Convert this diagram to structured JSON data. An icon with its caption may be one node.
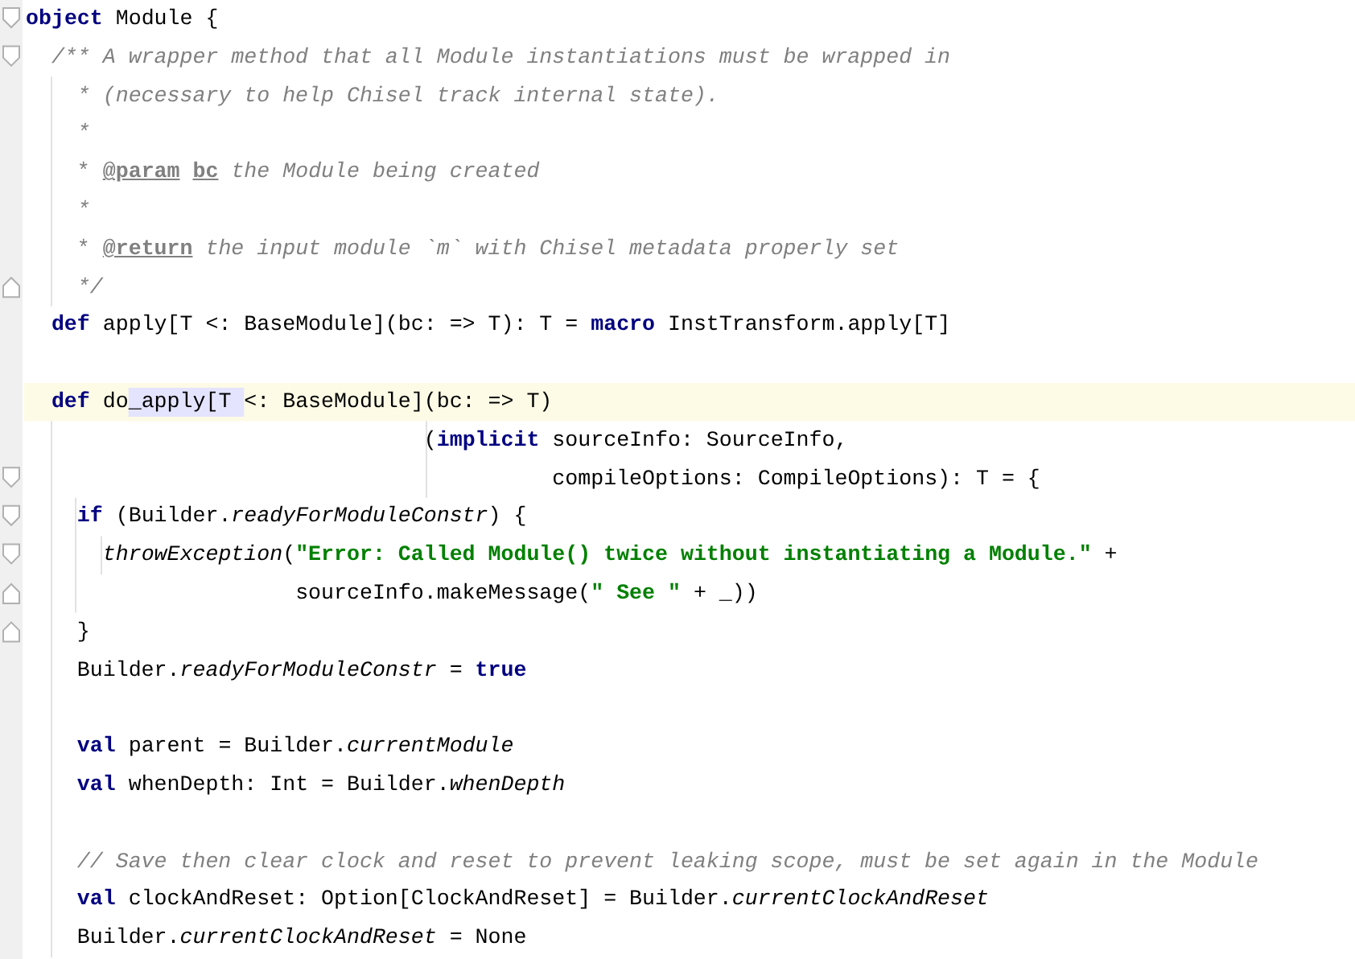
{
  "diagram": {
    "labels": [
      "**object** Module {",
      "/** A wrapper method that all Module instantiations must be wrapped in",
      "* (necessary to help Chisel track internal state).",
      "*",
      "* **@param** **bc** *the Module being created*",
      "*",
      "* **@return** *the input module `m` with Chisel metadata properly set*",
      "*/",
      "**def** apply[T <: BaseModule](bc: => T): T = **macro** InstTransform.apply[T]",
      "**def** do_apply[T <: BaseModule](bc: => T)",
      "(**implicit** sourceInfo: SourceInfo,",
      "compileOptions: CompileOptions): T = {",
      "**if** (Builder.*readyForModuleConstr*) {",
      "*throwException*(**\"Error: Called Module() twice without instantiating a Module.\"** +",
      "sourceInfo.makeMessage(**\" See \"** + _))",
      "}",
      "Builder.*readyForModuleConstr* = **true**",
      "**val** parent = Builder.*currentModule*",
      "**val** whenDepth: Int = Builder.*whenDepth*",
      "// Save then clear clock and reset to prevent leaking scope, must be set again in the Module",
      "**val** clockAndReset: Option[ClockAndReset] = Builder.*currentClockAndReset*",
      "Builder.*currentClockAndReset* = None"
    ]
  }
}
